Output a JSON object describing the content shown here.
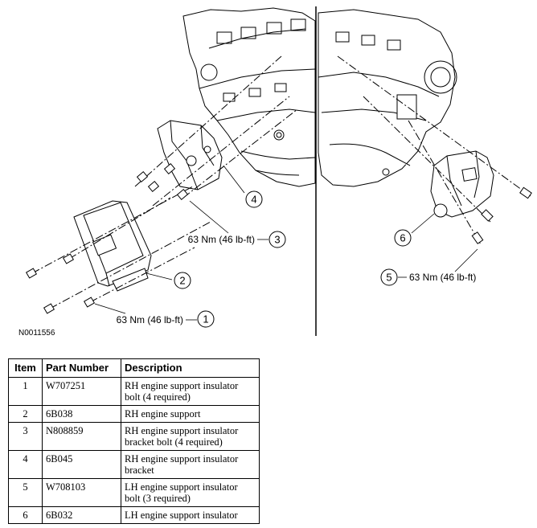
{
  "figure": {
    "id_label": "N0011556",
    "callouts": [
      {
        "num": "1",
        "torque": "63 Nm (46 lb-ft)"
      },
      {
        "num": "2"
      },
      {
        "num": "3",
        "torque": "63 Nm (46 lb-ft)"
      },
      {
        "num": "4"
      },
      {
        "num": "5",
        "torque": "63 Nm (46 lb-ft)"
      },
      {
        "num": "6"
      }
    ]
  },
  "table": {
    "headers": {
      "item": "Item",
      "part": "Part Number",
      "desc": "Description"
    },
    "rows": [
      {
        "item": "1",
        "part": "W707251",
        "desc": "RH engine support insulator bolt (4 required)"
      },
      {
        "item": "2",
        "part": "6B038",
        "desc": "RH engine support"
      },
      {
        "item": "3",
        "part": "N808859",
        "desc": "RH engine support insulator bracket bolt (4 required)"
      },
      {
        "item": "4",
        "part": "6B045",
        "desc": "RH engine support insulator bracket"
      },
      {
        "item": "5",
        "part": "W708103",
        "desc": "LH engine support insulator bolt (3 required)"
      },
      {
        "item": "6",
        "part": "6B032",
        "desc": "LH engine support insulator"
      }
    ]
  }
}
